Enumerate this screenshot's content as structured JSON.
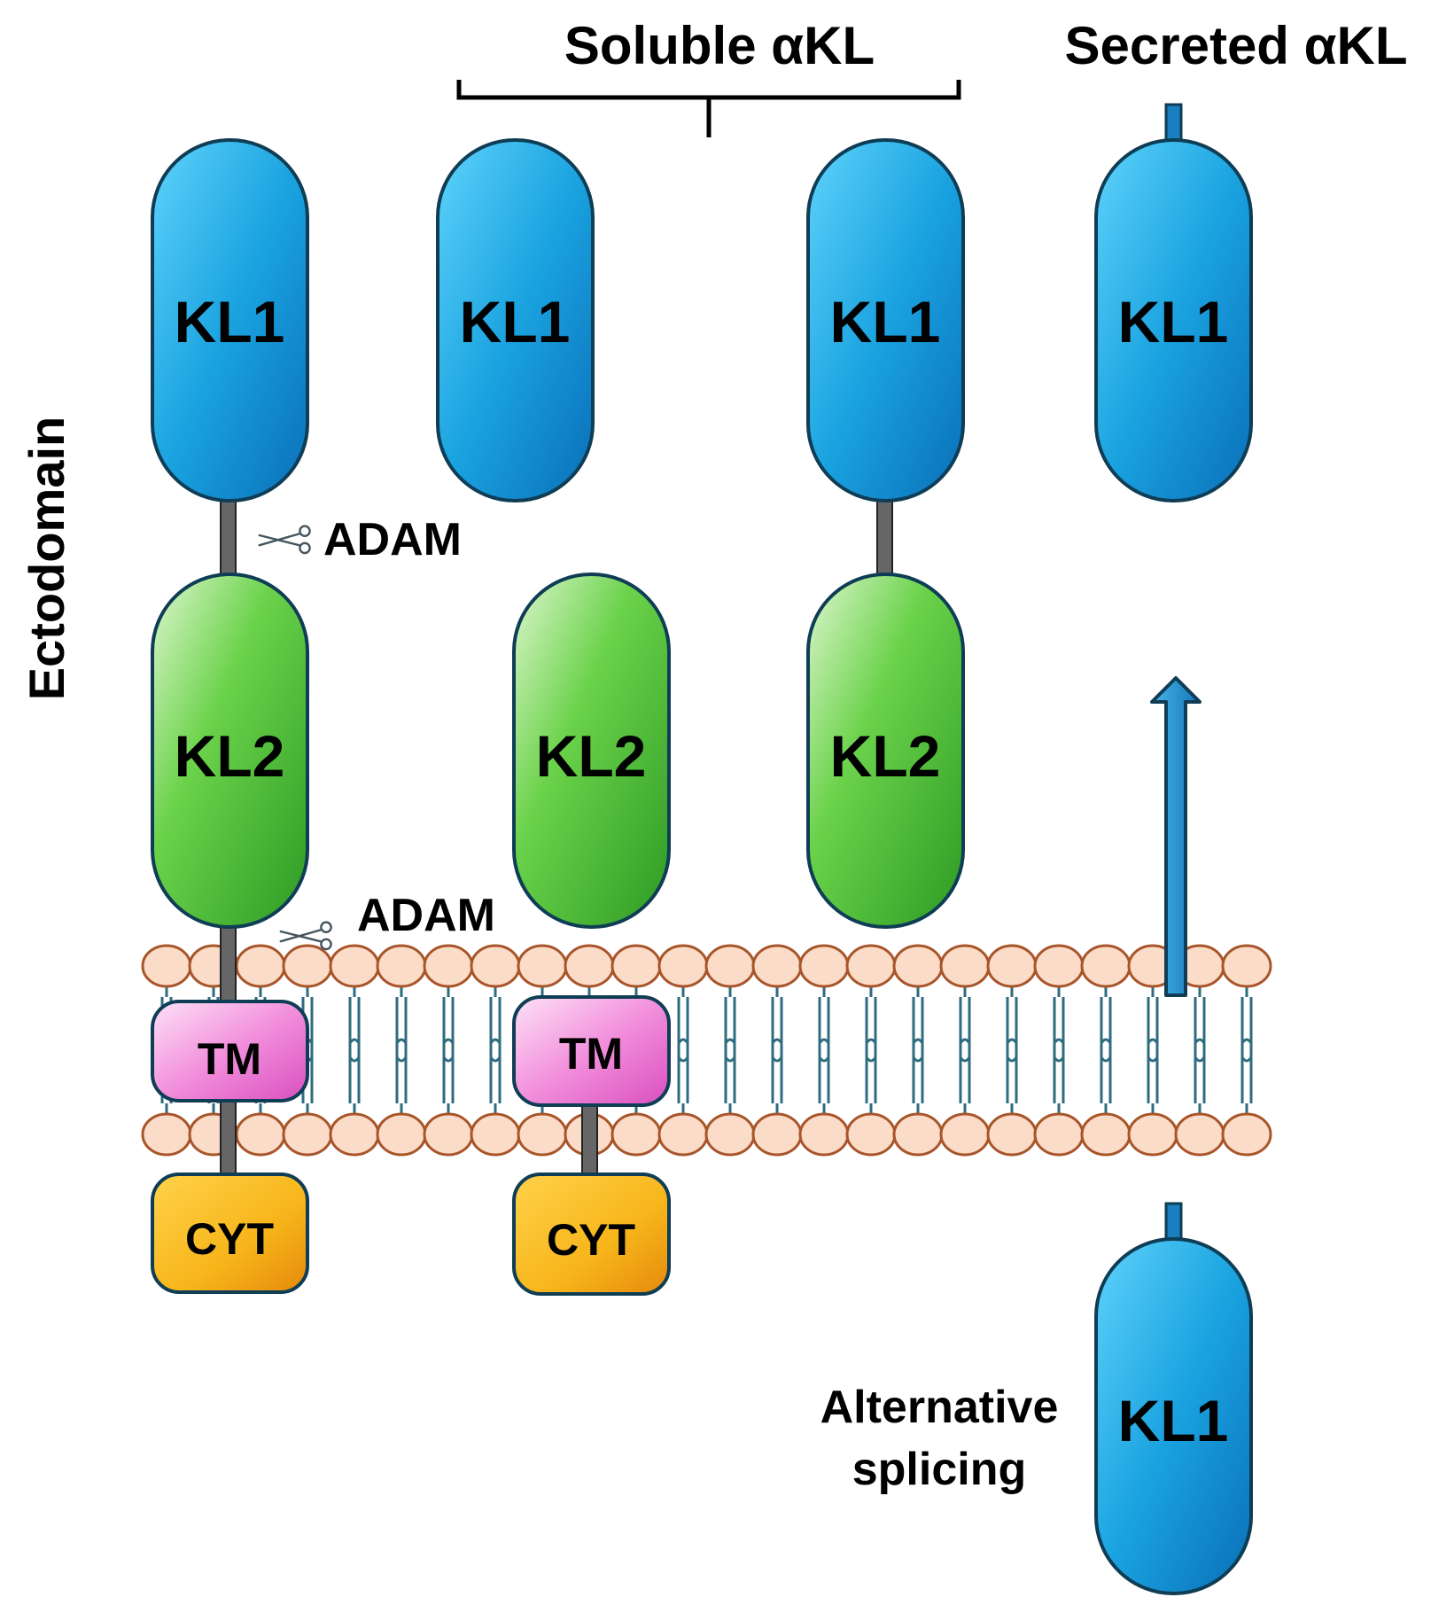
{
  "headers": {
    "soluble": "Soluble αKL",
    "secreted": "Secreted αKL"
  },
  "side_label": "Ectodomain",
  "cleavage_label_1": "ADAM",
  "cleavage_label_2": "ADAM",
  "alternative_splicing": [
    "Alternative",
    "splicing"
  ],
  "columns": [
    {
      "kl1": "KL1",
      "kl2": "KL2",
      "tm": "TM",
      "cyt": "CYT"
    },
    {
      "kl1": "KL1"
    },
    {
      "kl2": "KL2",
      "tm": "TM",
      "cyt": "CYT"
    },
    {
      "kl1": "KL1",
      "kl2": "KL2"
    },
    {
      "kl1": "KL1"
    },
    {
      "kl1": "KL1"
    }
  ],
  "colors": {
    "kl1": "#1aa3e0",
    "kl2": "#5ccf3c",
    "tm": "#f07ed8",
    "cyt": "#f7b51a",
    "outline": "#0f3d55",
    "membrane_head": "#fbdcc8",
    "membrane_head_stroke": "#a8552a",
    "lipid_tail": "#2e6c7f",
    "arrow": "#1f8fcc",
    "stalk": "#666666"
  }
}
